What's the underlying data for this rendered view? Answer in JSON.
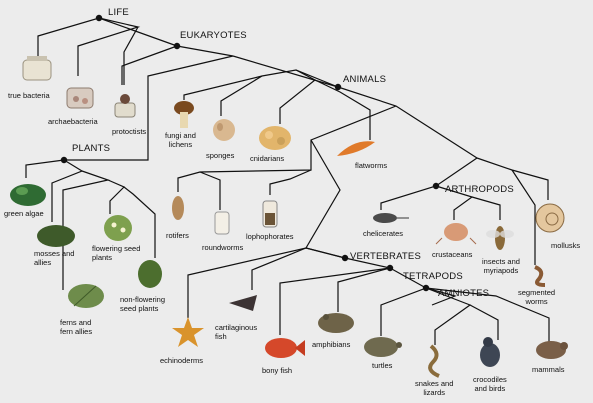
{
  "nodes": {
    "life": "LIFE",
    "eukaryotes": "EUKARYOTES",
    "animals": "ANIMALS",
    "plants": "PLANTS",
    "arthropods": "ARTHROPODS",
    "vertebrates": "VERTEBRATES",
    "tetrapods": "TETRAPODS",
    "amniotes": "AMNIOTES"
  },
  "leaves": {
    "true_bacteria": "true bacteria",
    "archaebacteria": "archaebacteria",
    "protoctists": "protoctists",
    "fungi": "fungi and\nlichens",
    "sponges": "sponges",
    "cnidarians": "cnidarians",
    "flatworms": "flatworms",
    "green_algae": "green algae",
    "mosses": "mosses and\nallies",
    "ferns": "ferns and\nfern allies",
    "flowering": "flowering seed\nplants",
    "nonflowering": "non-flowering\nseed plants",
    "rotifers": "rotifers",
    "roundworms": "roundworms",
    "lophophorates": "lophophorates",
    "chelicerates": "chelicerates",
    "crustaceans": "crustaceans",
    "insects": "insects and\nmyriapods",
    "mollusks": "mollusks",
    "segmented": "segmented\nworms",
    "echinoderms": "echinoderms",
    "cartilaginous": "cartilaginous\nfish",
    "bony_fish": "bony fish",
    "amphibians": "amphibians",
    "turtles": "turtles",
    "snakes": "snakes and\nlizards",
    "crocodiles": "crocodiles\nand birds",
    "mammals": "mammals"
  },
  "colors": {
    "background": "#ececec",
    "line": "#111111"
  }
}
